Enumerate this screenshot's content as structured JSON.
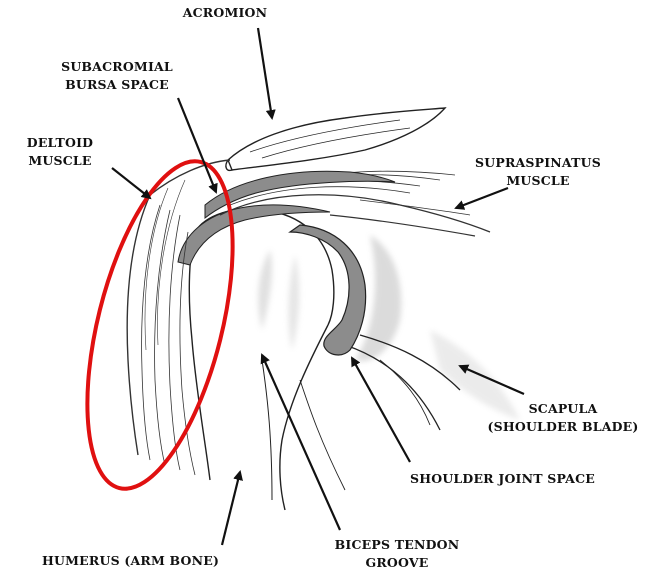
{
  "labels": {
    "acromion": "ACROMION",
    "subacromial_line1": "SUBACROMIAL",
    "subacromial_line2": "BURSA SPACE",
    "deltoid_line1": "DELTOID",
    "deltoid_line2": "MUSCLE",
    "supraspinatus_line1": "SUPRASPINATUS",
    "supraspinatus_line2": "MUSCLE",
    "scapula_line1": "SCAPULA",
    "scapula_line2": "(SHOULDER BLADE)",
    "shoulder_joint_space": "SHOULDER JOINT SPACE",
    "humerus": "HUMERUS (ARM BONE)",
    "biceps_line1": "BICEPS TENDON",
    "biceps_line2": "GROOVE"
  },
  "colors": {
    "ink": "#111111",
    "cartilage_fill": "#8c8c8c",
    "highlight_ellipse": "#e01010"
  },
  "highlight": {
    "shape": "ellipse",
    "target": "deltoid-muscle"
  }
}
